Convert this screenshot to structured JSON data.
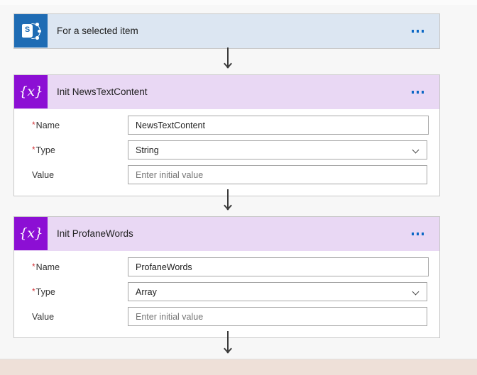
{
  "canvas": {
    "background": "#f7f7f7",
    "top_strip_color": "#fbfbfb",
    "bottom_strip_color": "#eee0d8"
  },
  "colors": {
    "trigger_header": "#dce6f2",
    "action_header": "#e9d8f4",
    "sharepoint_icon": "#1f6cb4",
    "variable_icon": "#8c0fd4",
    "menu_dots": "#0b67c5",
    "required_asterisk": "#d13438",
    "connector": "#3b3b3b"
  },
  "cards": [
    {
      "id": "trigger",
      "type": "trigger",
      "icon": "sharepoint-icon",
      "icon_letter": "S",
      "title": "For a selected item",
      "menu_label": "...",
      "fields": []
    },
    {
      "id": "init-newstextcontent",
      "type": "action",
      "icon": "variable-icon",
      "icon_glyph": "{x}",
      "title": "Init NewsTextContent",
      "menu_label": "...",
      "fields": [
        {
          "label": "Name",
          "required": true,
          "control": "text",
          "value": "NewsTextContent",
          "placeholder": "",
          "is_placeholder": false
        },
        {
          "label": "Type",
          "required": true,
          "control": "select",
          "value": "String",
          "placeholder": "",
          "is_placeholder": false
        },
        {
          "label": "Value",
          "required": false,
          "control": "text",
          "value": "Enter initial value",
          "placeholder": "Enter initial value",
          "is_placeholder": true
        }
      ]
    },
    {
      "id": "init-profanewords",
      "type": "action",
      "icon": "variable-icon",
      "icon_glyph": "{x}",
      "title": "Init ProfaneWords",
      "menu_label": "...",
      "fields": [
        {
          "label": "Name",
          "required": true,
          "control": "text",
          "value": "ProfaneWords",
          "placeholder": "",
          "is_placeholder": false
        },
        {
          "label": "Type",
          "required": true,
          "control": "select",
          "value": "Array",
          "placeholder": "",
          "is_placeholder": false
        },
        {
          "label": "Value",
          "required": false,
          "control": "text",
          "value": "Enter initial value",
          "placeholder": "Enter initial value",
          "is_placeholder": true
        }
      ]
    }
  ],
  "connectors": [
    {
      "id": "connector-1",
      "from": "trigger",
      "to": "init-newstextcontent"
    },
    {
      "id": "connector-2",
      "from": "init-newstextcontent",
      "to": "init-profanewords"
    },
    {
      "id": "connector-3",
      "from": "init-profanewords",
      "to": "next"
    }
  ]
}
